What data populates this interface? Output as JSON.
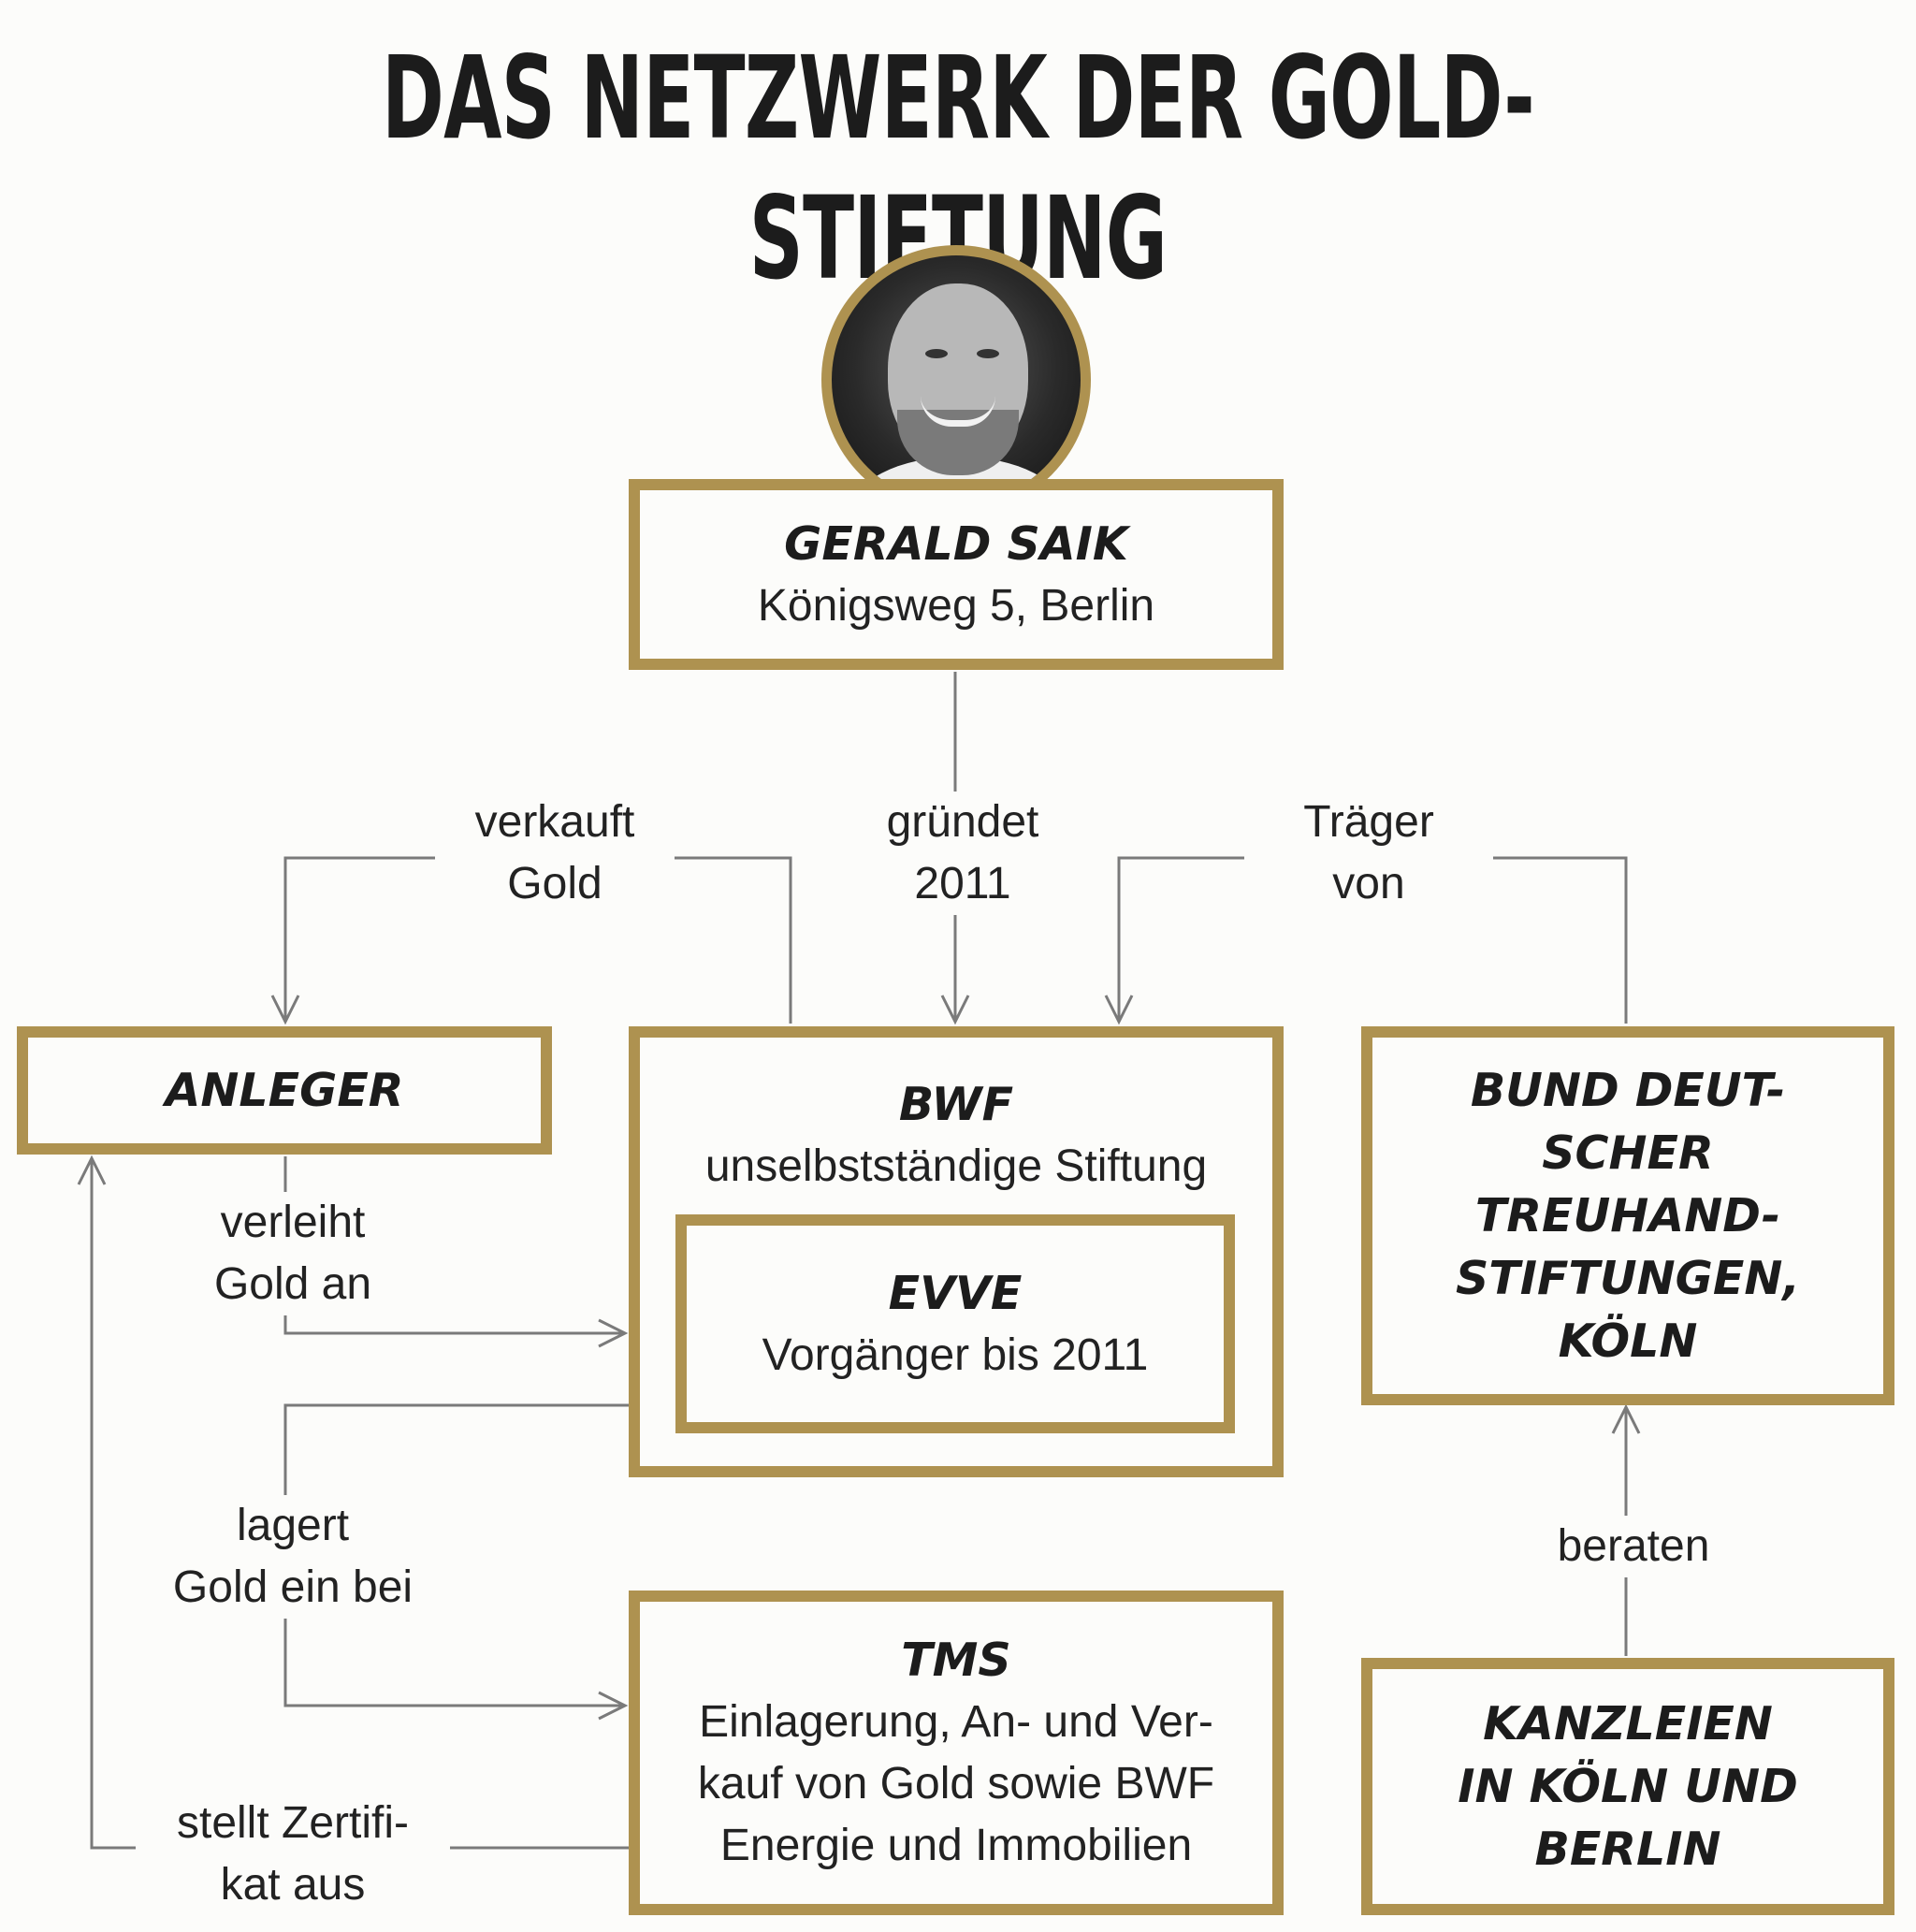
{
  "title": "DAS NETZWERK DER GOLD-STIFTUNG",
  "colors": {
    "accent": "#ae9250",
    "line": "#7a7a7a",
    "text": "#1c1c1c"
  },
  "nodes": {
    "saik": {
      "head": "GERALD SAIK",
      "sub": "Königsweg 5, Berlin"
    },
    "anleger": {
      "head": "ANLEGER"
    },
    "bwf": {
      "head": "BWF",
      "sub": "unselbstständige Stiftung"
    },
    "evve": {
      "head": "EVVE",
      "sub": "Vorgänger bis 2011"
    },
    "bund": {
      "lines": [
        "BUND DEUT-",
        "SCHER",
        "TREUHAND-",
        "STIFTUNGEN,",
        "KÖLN"
      ]
    },
    "tms": {
      "head": "TMS",
      "lines": [
        "Einlagerung, An- und Ver-",
        "kauf von Gold sowie BWF",
        "Energie und Immobilien"
      ]
    },
    "kanzleien": {
      "lines": [
        "KANZLEIEN",
        "IN KÖLN UND",
        "BERLIN"
      ]
    }
  },
  "edges": {
    "verkauft": [
      "verkauft",
      "Gold"
    ],
    "gruendet": [
      "gründet",
      "2011"
    ],
    "traeger": [
      "Träger",
      "von"
    ],
    "verleiht": [
      "verleiht",
      "Gold an"
    ],
    "lagert": [
      "lagert",
      "Gold ein bei"
    ],
    "zertifikat": [
      "stellt Zertifi-",
      "kat aus"
    ],
    "beraten": [
      "beraten"
    ]
  }
}
